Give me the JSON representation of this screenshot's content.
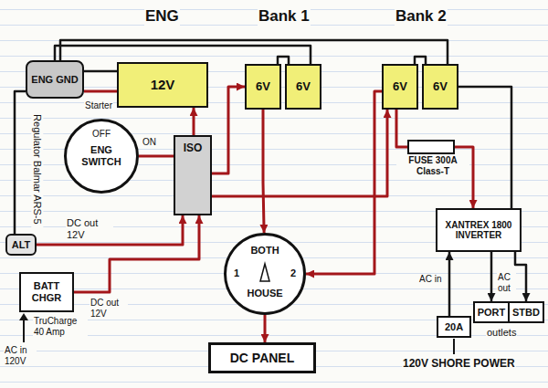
{
  "diagram": {
    "nodes": [
      {
        "text": [
          "ENG GND"
        ]
      },
      {
        "text": [
          "12V"
        ]
      },
      {
        "text": [
          "6V"
        ]
      },
      {
        "text": [
          "6V"
        ]
      },
      {
        "text": [
          "6V"
        ]
      },
      {
        "text": [
          "6V"
        ]
      },
      {
        "text": [
          "OFF",
          "ENG SWITCH",
          "ON"
        ]
      },
      {
        "text": [
          "ISO"
        ]
      },
      {
        "text": [
          "ALT"
        ]
      },
      {
        "text": [
          "BATT CHGR"
        ]
      },
      {
        "text": [
          "BOTH",
          "1",
          "2",
          "HOUSE"
        ]
      },
      {
        "text": [
          "DC PANEL"
        ]
      },
      {
        "text": [
          "FUSE 300A Class-T"
        ]
      },
      {
        "text": [
          "XANTREX 1800 INVERTER"
        ]
      },
      {
        "text": [
          "20A"
        ]
      },
      {
        "text": [
          "PORT"
        ]
      },
      {
        "text": [
          "STBD"
        ]
      }
    ],
    "edges": [
      {
        "from": 1,
        "to": 0,
        "arrow": "none"
      },
      {
        "from": 1,
        "to": 0,
        "arrow": "none"
      },
      {
        "from": 2,
        "to": 3,
        "arrow": "none"
      },
      {
        "from": 4,
        "to": 5,
        "arrow": "none"
      },
      {
        "from": 3,
        "to": 0,
        "arrow": "none"
      },
      {
        "from": 5,
        "to": 0,
        "arrow": "none"
      },
      {
        "from": 5,
        "to": 13,
        "arrow": "none"
      },
      {
        "from": 7,
        "to": 1,
        "arrow": "to"
      },
      {
        "from": 6,
        "to": 7,
        "arrow": "none"
      },
      {
        "from": 7,
        "to": 2,
        "arrow": "to"
      },
      {
        "from": 2,
        "to": 10,
        "arrow": "to"
      },
      {
        "from": 7,
        "to": 4,
        "arrow": "to"
      },
      {
        "from": 4,
        "to": 10,
        "arrow": "to"
      },
      {
        "from": 10,
        "to": 11,
        "arrow": "to"
      },
      {
        "from": 8,
        "to": 7,
        "arrow": "to"
      },
      {
        "from": 9,
        "to": 7,
        "arrow": "to"
      },
      {
        "from": 4,
        "to": 12,
        "arrow": "none"
      },
      {
        "from": 12,
        "to": 13,
        "arrow": "to"
      },
      {
        "from": 14,
        "to": 13,
        "arrow": "to"
      },
      {
        "from": 13,
        "to": 15,
        "arrow": "to"
      },
      {
        "from": 13,
        "to": 16,
        "arrow": "to"
      },
      {
        "from": 8,
        "to": 0,
        "arrow": "none"
      }
    ],
    "labels": [
      "ENG",
      "Bank 1",
      "Bank 2",
      "Starter",
      "Regulator Balmar ARS-5",
      "DC out 12V",
      "DC out 12V",
      "TruCharge 40 Amp",
      "AC in 120V",
      "AC in",
      "AC out",
      "outlets",
      "120V SHORE POWER"
    ]
  }
}
